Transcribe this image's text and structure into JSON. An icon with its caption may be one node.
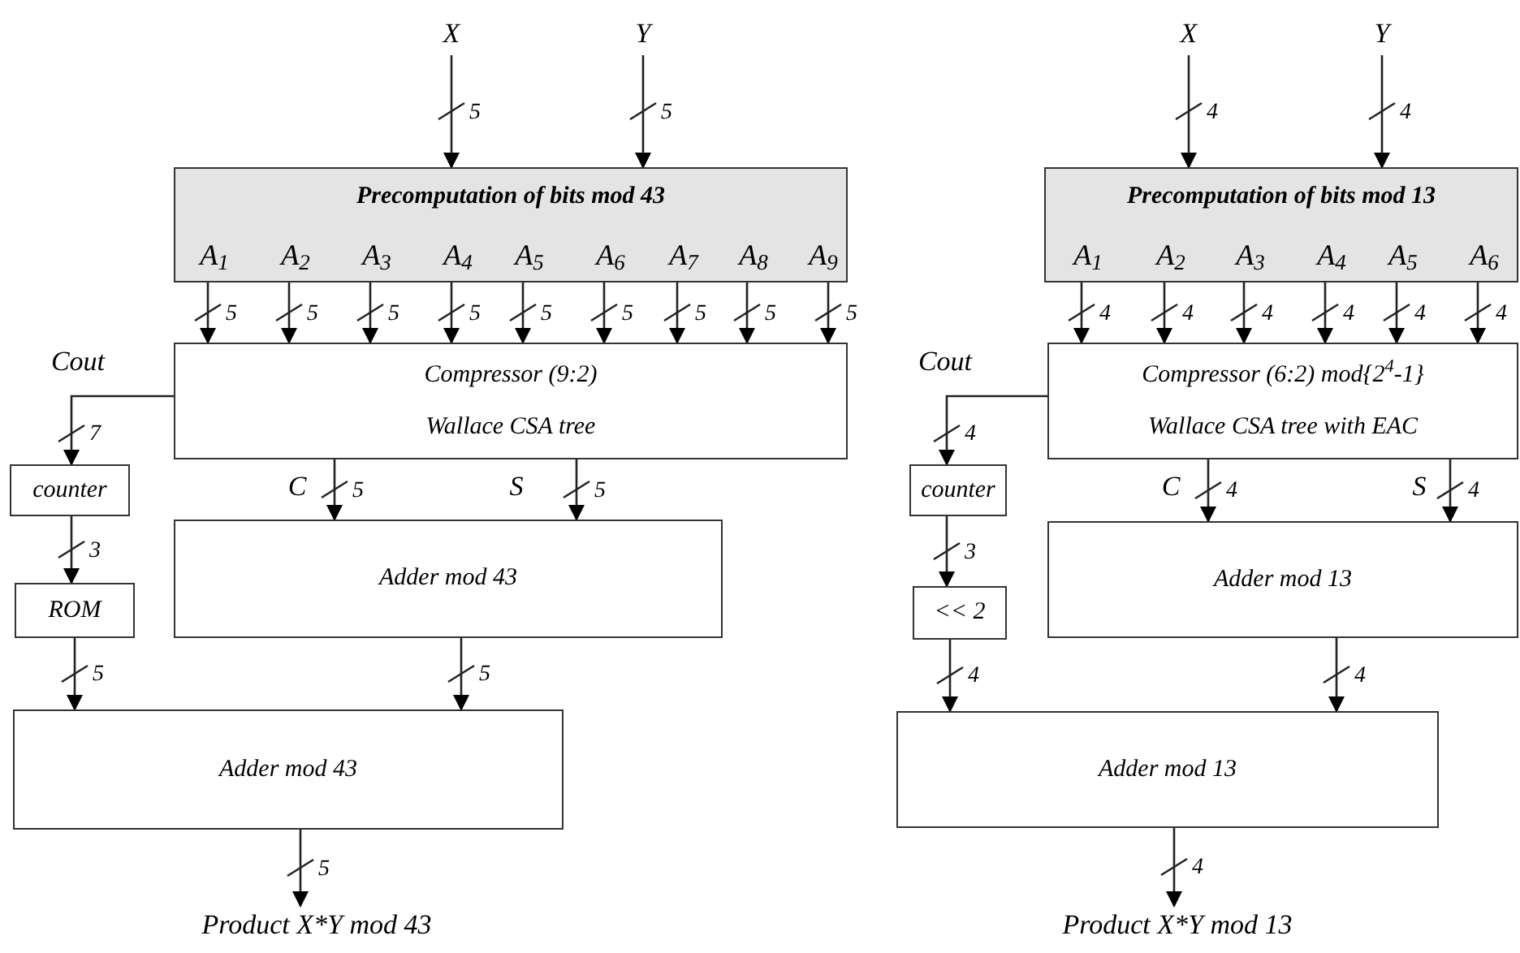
{
  "diagram": {
    "nodes": [
      {
        "text": [
          "X"
        ]
      },
      {
        "text": [
          "Y"
        ]
      },
      {
        "text": [
          "Precomputation of bits mod 43",
          "A$_{1}$",
          "A$_{2}$",
          "A$_{3}$",
          "A$_{4}$",
          "A$_{5}$",
          "A$_{6}$",
          "A$_{7}$",
          "A$_{8}$",
          "A$_{9}$"
        ]
      },
      {
        "text": [
          "Compressor (9:2)",
          "Wallace CSA tree"
        ]
      },
      {
        "text": [
          "counter"
        ]
      },
      {
        "text": [
          "ROM"
        ]
      },
      {
        "text": [
          "Adder mod 43"
        ]
      },
      {
        "text": [
          "Adder mod 43"
        ]
      },
      {
        "text": [
          "Product X*Y mod 43"
        ]
      },
      {
        "text": [
          "X"
        ]
      },
      {
        "text": [
          "Y"
        ]
      },
      {
        "text": [
          "Precomputation of bits mod 13",
          "A$_{1}$",
          "A$_{2}$",
          "A$_{3}$",
          "A$_{4}$",
          "A$_{5}$",
          "A$_{6}$"
        ]
      },
      {
        "text": [
          "Compressor (6:2) mod{2$^{4}$-1}",
          "Wallace CSA tree with EAC"
        ]
      },
      {
        "text": [
          "counter"
        ]
      },
      {
        "text": [
          "<< 2"
        ]
      },
      {
        "text": [
          "Adder mod 13"
        ]
      },
      {
        "text": [
          "Adder mod 13"
        ]
      },
      {
        "text": [
          "Product X*Y mod 13"
        ]
      }
    ],
    "edges": [
      {
        "from": 0,
        "to": 2,
        "arrow": "to",
        "label": "5"
      },
      {
        "from": 1,
        "to": 2,
        "arrow": "to",
        "label": "5"
      },
      {
        "from": 2,
        "to": 3,
        "arrow": "to",
        "label": "5"
      },
      {
        "from": 2,
        "to": 3,
        "arrow": "to",
        "label": "5"
      },
      {
        "from": 2,
        "to": 3,
        "arrow": "to",
        "label": "5"
      },
      {
        "from": 2,
        "to": 3,
        "arrow": "to",
        "label": "5"
      },
      {
        "from": 2,
        "to": 3,
        "arrow": "to",
        "label": "5"
      },
      {
        "from": 2,
        "to": 3,
        "arrow": "to",
        "label": "5"
      },
      {
        "from": 2,
        "to": 3,
        "arrow": "to",
        "label": "5"
      },
      {
        "from": 2,
        "to": 3,
        "arrow": "to",
        "label": "5"
      },
      {
        "from": 2,
        "to": 3,
        "arrow": "to",
        "label": "5"
      },
      {
        "from": 3,
        "to": 4,
        "arrow": "to",
        "label": "7"
      },
      {
        "from": 4,
        "to": 5,
        "arrow": "to",
        "label": "3"
      },
      {
        "from": 3,
        "to": 6,
        "arrow": "to",
        "label": "5"
      },
      {
        "from": 3,
        "to": 6,
        "arrow": "to",
        "label": "5"
      },
      {
        "from": 5,
        "to": 7,
        "arrow": "to",
        "label": "5"
      },
      {
        "from": 6,
        "to": 7,
        "arrow": "to",
        "label": "5"
      },
      {
        "from": 7,
        "to": 8,
        "arrow": "to",
        "label": "5"
      },
      {
        "from": 9,
        "to": 11,
        "arrow": "to",
        "label": "4"
      },
      {
        "from": 10,
        "to": 11,
        "arrow": "to",
        "label": "4"
      },
      {
        "from": 11,
        "to": 12,
        "arrow": "to",
        "label": "4"
      },
      {
        "from": 11,
        "to": 12,
        "arrow": "to",
        "label": "4"
      },
      {
        "from": 11,
        "to": 12,
        "arrow": "to",
        "label": "4"
      },
      {
        "from": 11,
        "to": 12,
        "arrow": "to",
        "label": "4"
      },
      {
        "from": 11,
        "to": 12,
        "arrow": "to",
        "label": "4"
      },
      {
        "from": 11,
        "to": 12,
        "arrow": "to",
        "label": "4"
      },
      {
        "from": 12,
        "to": 13,
        "arrow": "to",
        "label": "4"
      },
      {
        "from": 13,
        "to": 14,
        "arrow": "to",
        "label": "3"
      },
      {
        "from": 12,
        "to": 15,
        "arrow": "to",
        "label": "4"
      },
      {
        "from": 12,
        "to": 15,
        "arrow": "to",
        "label": "4"
      },
      {
        "from": 14,
        "to": 16,
        "arrow": "to",
        "label": "4"
      },
      {
        "from": 15,
        "to": 16,
        "arrow": "to",
        "label": "4"
      },
      {
        "from": 16,
        "to": 17,
        "arrow": "to",
        "label": "4"
      }
    ],
    "labels": [
      "Cout",
      "C",
      "S",
      "Cout",
      "C",
      "S"
    ]
  }
}
